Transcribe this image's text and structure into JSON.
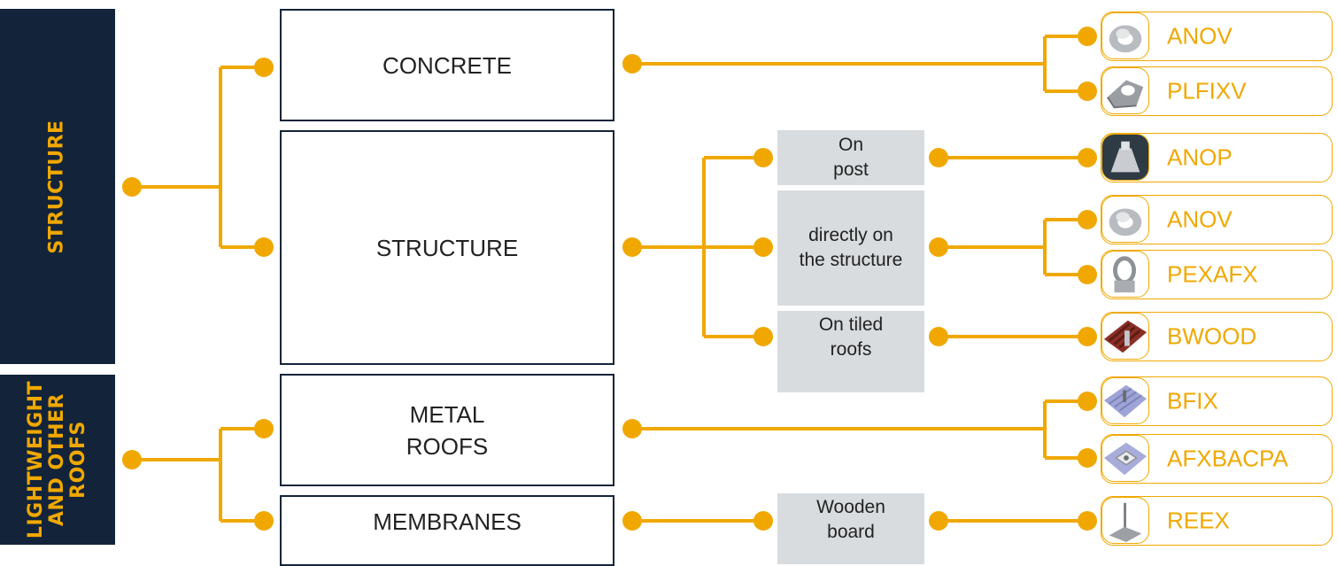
{
  "sections": {
    "structure": "STRUCTURE",
    "lightweight": "LIGHTWEIGHT\nAND OTHER\nROOFS"
  },
  "categories": {
    "concrete": "CONCRETE",
    "structure": "STRUCTURE",
    "metal_roofs": "METAL\nROOFS",
    "membranes": "MEMBRANES"
  },
  "methods": {
    "on_post": "On\npost",
    "direct": "directly on\nthe structure",
    "tiled": "On tiled\nroofs",
    "wooden": "Wooden\nboard"
  },
  "products": [
    {
      "name": "ANOV",
      "icon": "ring-anchor-icon"
    },
    {
      "name": "PLFIXV",
      "icon": "bracket-anchor-icon"
    },
    {
      "name": "ANOP",
      "icon": "post-anchor-icon"
    },
    {
      "name": "ANOV",
      "icon": "ring-anchor-icon"
    },
    {
      "name": "PEXAFX",
      "icon": "eye-anchor-icon"
    },
    {
      "name": "BWOOD",
      "icon": "tile-anchor-icon"
    },
    {
      "name": "BFIX",
      "icon": "metal-roof-anchor-icon"
    },
    {
      "name": "AFXBACPA",
      "icon": "plate-anchor-icon"
    },
    {
      "name": "REEX",
      "icon": "membrane-post-icon"
    }
  ],
  "colors": {
    "navy": "#13243a",
    "accent": "#f0a800",
    "grey": "#d8dcdf"
  }
}
